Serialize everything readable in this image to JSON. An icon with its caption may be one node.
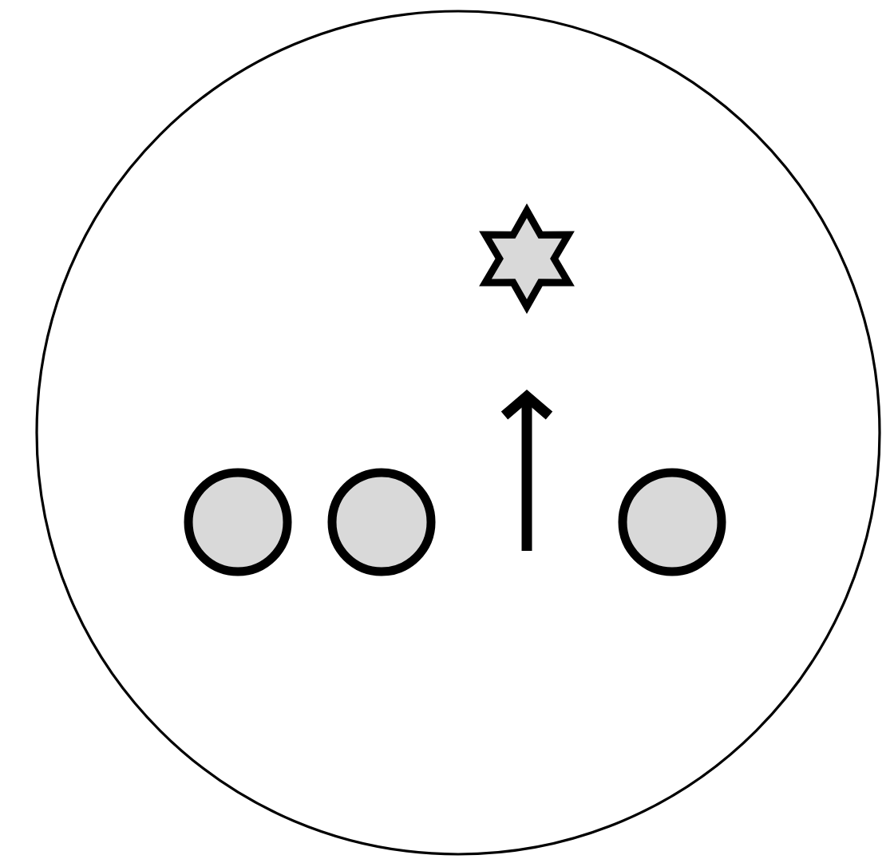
{
  "diagram": {
    "nodes": [
      {
        "text": [],
        "shape": "circle"
      },
      {
        "text": [],
        "shape": "star",
        "in": 0
      },
      {
        "text": [],
        "shape": "circle",
        "in": 0
      },
      {
        "text": [],
        "shape": "circle",
        "in": 0
      },
      {
        "text": [],
        "shape": "circle",
        "in": 0
      }
    ]
  }
}
